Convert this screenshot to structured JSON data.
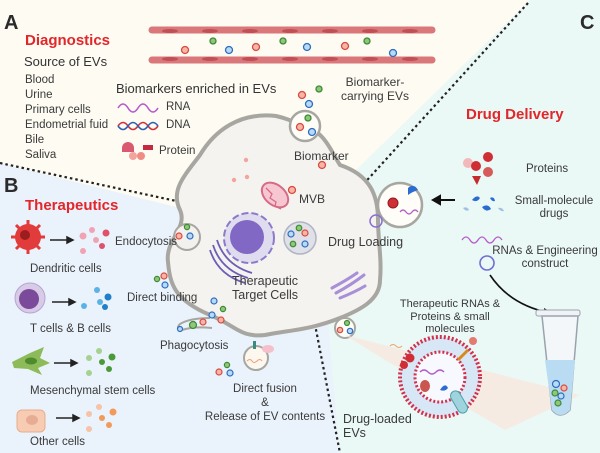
{
  "panels": {
    "a": {
      "letter": "A",
      "title": "Diagnostics",
      "source_heading": "Source of EVs",
      "sources": [
        "Blood",
        "Urine",
        "Primary cells",
        "Endometrial fuid",
        "Bile",
        "Saliva"
      ],
      "biomarkers_heading": "Biomarkers enriched in EVs",
      "biomarkers": [
        "RNA",
        "DNA",
        "Protein"
      ],
      "carrying_label": "Biomarker-carrying EVs"
    },
    "b": {
      "letter": "B",
      "title": "Therapeutics",
      "cell_sources": [
        "Dendritic cells",
        "T cells & B cells",
        "Mesenchymal stem cells",
        "Other cells"
      ],
      "uptake": [
        "Endocytosis",
        "Direct binding",
        "Phagocytosis",
        "Direct fusion",
        "&",
        "Release of EV contents"
      ]
    },
    "c": {
      "letter": "C",
      "title": "Drug Delivery",
      "cargo": [
        "Proteins",
        "Small-molecule drugs",
        "RNAs & Engineering construct"
      ],
      "therapeutic_cargo": "Therapeutic RNAs & Proteins & small molecules",
      "loaded_label": "Drug-loaded EVs"
    }
  },
  "center": {
    "biomarker": "Biomarker",
    "mvb": "MVB",
    "drug_loading": "Drug Loading",
    "target_cells": "Therapeutic Target Cells"
  },
  "colors": {
    "diag_bg": "#fdfbf2",
    "ther_bg": "#eaf2fb",
    "drug_bg": "#eaf8f6",
    "accent_red": "#e3262a",
    "membrane": "#a8a6a0"
  }
}
